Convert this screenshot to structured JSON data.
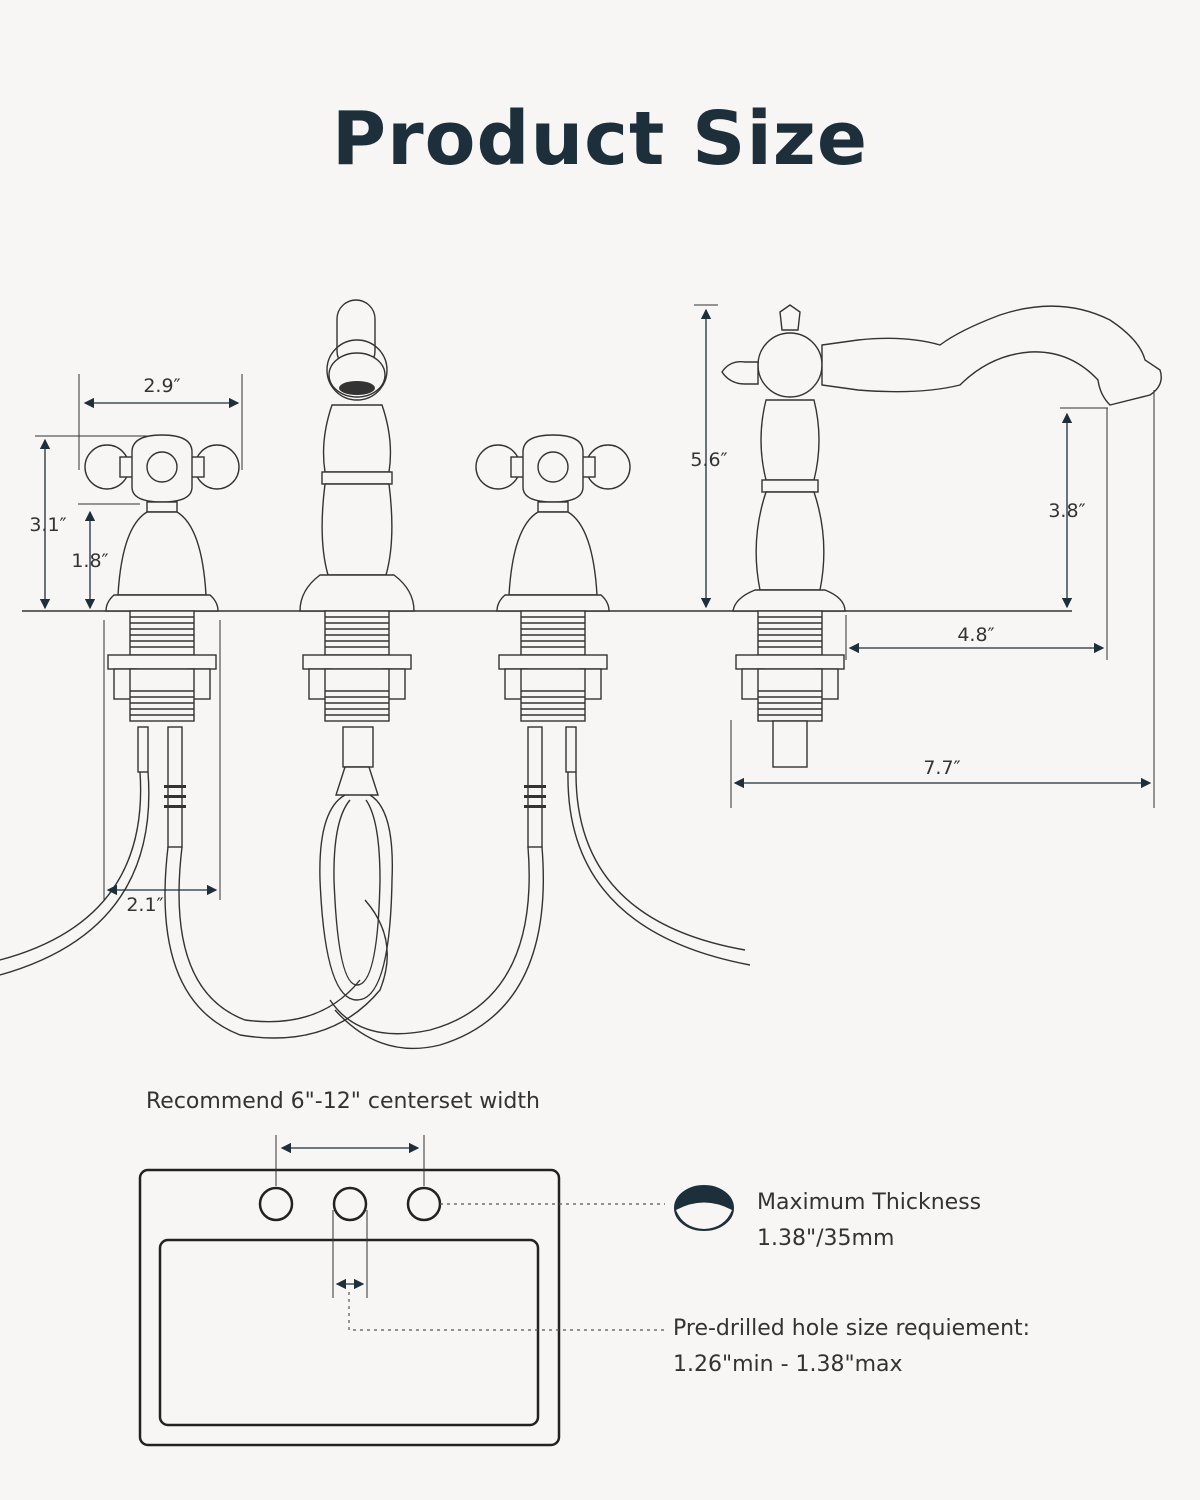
{
  "title": "Product Size",
  "dimensions": {
    "handle_width": "2.9″",
    "handle_height": "3.1″",
    "handle_base_height": "1.8″",
    "base_width": "2.1″",
    "faucet_height": "5.6″",
    "spout_clearance": "3.8″",
    "spout_reach": "4.8″",
    "total_depth": "7.7″"
  },
  "notes": {
    "centerset": "Recommend 6\"-12\" centerset width",
    "thickness_title": "Maximum Thickness",
    "thickness_value": "1.38\"/35mm",
    "hole_title": "Pre-drilled hole size requiement:",
    "hole_value": "1.26\"min - 1.38\"max"
  },
  "colors": {
    "title": "#1d2f3a",
    "background": "#f7f6f4"
  }
}
